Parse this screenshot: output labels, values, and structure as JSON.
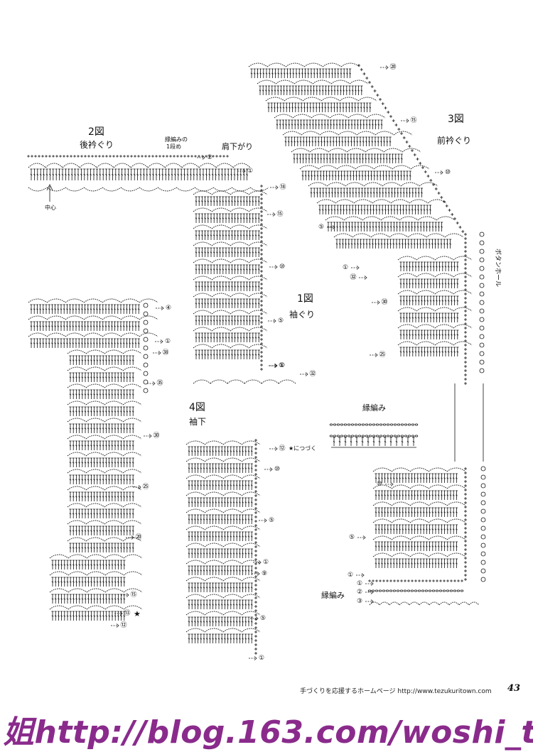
{
  "figures": {
    "fig1": {
      "number": "1図",
      "title": "袖ぐり"
    },
    "fig2": {
      "number": "2図",
      "title": "後衿ぐり",
      "center_label": "中心",
      "shoulder_label": "肩下がり",
      "edging_note_l1": "縁編みの",
      "edging_note_l2": "1段め"
    },
    "fig3": {
      "number": "3図",
      "title": "前衿ぐり",
      "buttonhole_label": "ボタンホール"
    },
    "fig4": {
      "number": "4図",
      "title": "袖下",
      "continue_label": "★につづく"
    }
  },
  "edging": {
    "title": "縁編み",
    "rows": [
      "③",
      "②",
      "①"
    ]
  },
  "row_markers": {
    "fig2": [
      "①",
      "②"
    ],
    "fig1": [
      "①",
      "⑱",
      "⑮",
      "⑩",
      "⑤",
      "①",
      "㉜"
    ],
    "fig3": [
      "⑳",
      "⑮",
      "⑩",
      "⑤",
      "①",
      "㉜",
      "㉚",
      "㉕",
      "⑩",
      "⑤",
      "①"
    ],
    "left": [
      "④",
      "①",
      "㊳",
      "㉟",
      "㉚",
      "㉕",
      "⑳",
      "⑮",
      "⑬",
      "⑫"
    ],
    "fig4": [
      "⑫",
      "⑩",
      "⑤",
      "①",
      "⑨",
      "⑤",
      "①"
    ],
    "edging_bottom": [
      "①",
      "②",
      "③"
    ]
  },
  "star": "★",
  "footer": {
    "text": "手づくりを応援するホームページ  http://www.tezukuritown.com",
    "page": "43"
  },
  "watermark": "姐http://blog.163.com/woshi_the",
  "colors": {
    "ink": "#111111",
    "watermark": "#8a2b8c"
  }
}
